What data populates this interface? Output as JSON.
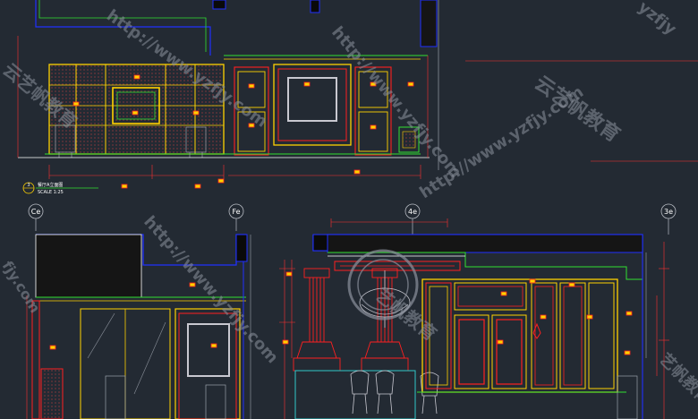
{
  "drawing": {
    "title_label": "餐厅A立面图",
    "scale_label": "SCALE 1:25",
    "sheet_number": "3",
    "grid_axes": [
      "Ce",
      "Fe",
      "4e",
      "3e"
    ]
  },
  "watermark": {
    "url_text": "http://www.yzfjy.com",
    "brand_text": "云艺帆教育",
    "brand_text_short": "艺帆教育",
    "url_fragment_top": "yzfjy",
    "url_fragment_left": "fjy.com"
  },
  "colors": {
    "background": "#232a33",
    "wall_blue": "#2030ff",
    "cabinet_yellow": "#ffd200",
    "trim_green": "#30e030",
    "accent_red": "#ff2020",
    "dim_red": "#ff3030",
    "marker_grey": "#b8bcc4",
    "furniture_cyan": "#30c8c8",
    "watermark_grey": "#8c929c"
  }
}
